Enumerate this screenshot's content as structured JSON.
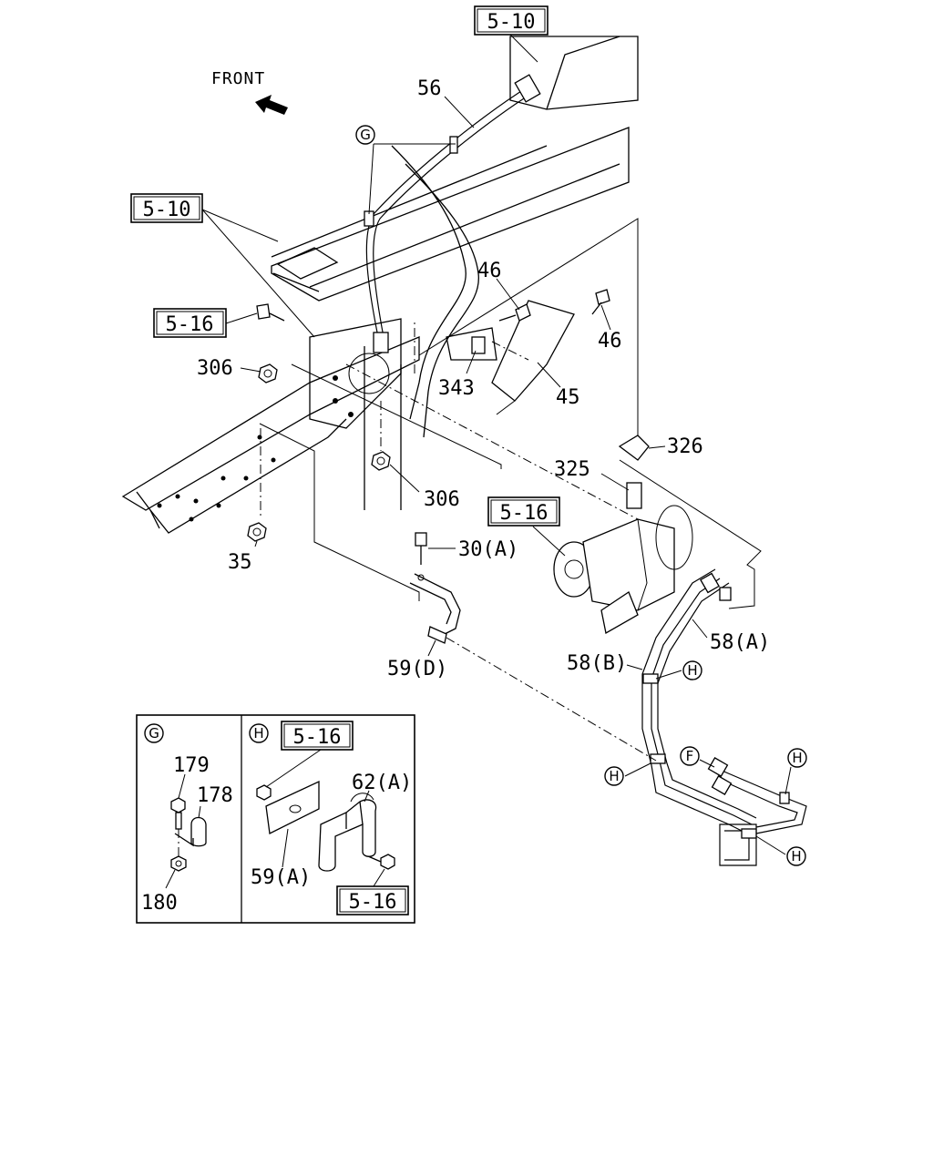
{
  "front_label": "FRONT",
  "refs": {
    "r_top": "5-10",
    "r_left": "5-10",
    "r_516_left": "5-16",
    "r_516_pump": "5-16",
    "r_516_h_top": "5-16",
    "r_516_h_bottom": "5-16"
  },
  "callouts": {
    "c56": "56",
    "c46a": "46",
    "c46b": "46",
    "c306a": "306",
    "c343": "343",
    "c45": "45",
    "c326": "326",
    "c325": "325",
    "c306b": "306",
    "c35": "35",
    "c30a": "30(A)",
    "c58a": "58(A)",
    "c58b": "58(B)",
    "c59d": "59(D)",
    "c179": "179",
    "c178": "178",
    "c180": "180",
    "c62a": "62(A)",
    "c59a": "59(A)"
  },
  "circles": {
    "g_main": "G",
    "h1": "H",
    "h2": "H",
    "h3": "H",
    "h4": "H",
    "f1": "F",
    "g_panel": "G",
    "h_panel": "H"
  }
}
